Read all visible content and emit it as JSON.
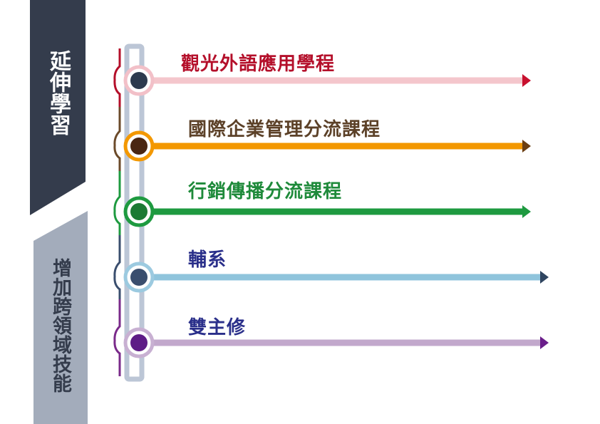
{
  "banners": {
    "extend": {
      "text": "延伸學習",
      "bg": "#343c4c",
      "fg": "#ffffff"
    },
    "skills": {
      "text": "增加跨領域技能",
      "bg": "#a3acbb",
      "fg": "#343c4c"
    }
  },
  "routes": [
    {
      "label": "觀光外語應用學程",
      "color": "#b40f2a",
      "line": "#f4c6cc",
      "arrow": "#c8102e",
      "dot": "#2d3a4e",
      "ring": "#f2c0c8"
    },
    {
      "label": "國際企業管理分流課程",
      "color": "#5c4128",
      "line": "#f39800",
      "arrow": "#6b3e12",
      "dot": "#4a2612",
      "ring": "#f39800"
    },
    {
      "label": "行銷傳播分流課程",
      "color": "#1e8a3a",
      "line": "#1e9a40",
      "arrow": "#1e9a40",
      "dot": "#1c7a34",
      "ring": "#1e9a40"
    },
    {
      "label": "輔系",
      "color": "#2a2f8a",
      "line": "#8fc4dc",
      "arrow": "#2f4560",
      "dot": "#3a4e6e",
      "ring": "#9ccae0"
    },
    {
      "label": "雙主修",
      "color": "#2a2f8a",
      "line": "#c2a8cc",
      "arrow": "#6a1e8a",
      "dot": "#5e1c86",
      "ring": "#c8b0d2"
    }
  ],
  "brackets": [
    "#b40f2a",
    "#6b4a2a",
    "#1e9a40",
    "#3a4e6e",
    "#7a2a8a"
  ]
}
